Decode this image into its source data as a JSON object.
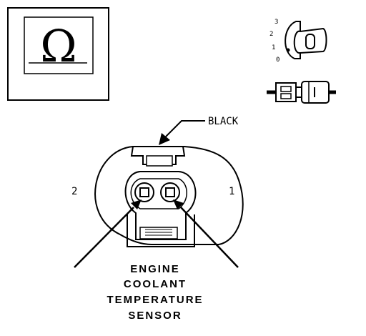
{
  "meter": {
    "symbol": "Ω",
    "icon": "ohmmeter-icon"
  },
  "key_switch": {
    "positions": [
      "3",
      "2",
      "1",
      "0"
    ],
    "icon": "ignition-key-icon"
  },
  "connector": {
    "wire_color_label": "BLACK",
    "pin_labels": {
      "left": "2",
      "right": "1"
    },
    "icon": "connector-icon"
  },
  "title_lines": [
    "ENGINE",
    "COOLANT",
    "TEMPERATURE",
    "SENSOR"
  ]
}
